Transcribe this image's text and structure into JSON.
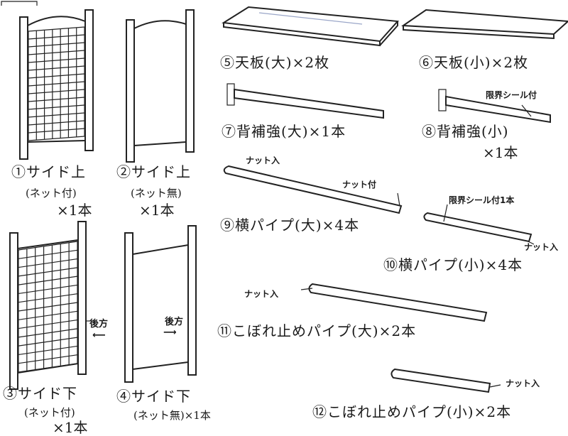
{
  "parts": [
    {
      "id": "1",
      "label": "①サイド上",
      "sub": "(ネット付)",
      "qty": "×1本"
    },
    {
      "id": "2",
      "label": "②サイド上",
      "sub": "(ネット無)",
      "qty": "×1本"
    },
    {
      "id": "3",
      "label": "③サイド下",
      "sub": "(ネット付)",
      "qty": "×1本"
    },
    {
      "id": "4",
      "label": "④サイド下",
      "sub": "(ネット無)×1本"
    },
    {
      "id": "5",
      "label": "⑤天板(大)×2枚"
    },
    {
      "id": "6",
      "label": "⑥天板(小)×2枚"
    },
    {
      "id": "7",
      "label": "⑦背補強(大)×1本"
    },
    {
      "id": "8",
      "label": "⑧背補強(小)",
      "qty": "×1本"
    },
    {
      "id": "9",
      "label": "⑨横パイプ(大)×4本"
    },
    {
      "id": "10",
      "label": "⑩横パイプ(小)×4本"
    },
    {
      "id": "11",
      "label": "⑪こぼれ止めパイプ(大)×2本"
    },
    {
      "id": "12",
      "label": "⑫こぼれ止めパイプ(小)×2本"
    }
  ],
  "notes": {
    "limit_seal": "限界シール付",
    "limit_seal_1": "限界シール付1本",
    "nut_in": "ナット入",
    "nut_attached": "ナット付",
    "rear": "後方"
  }
}
